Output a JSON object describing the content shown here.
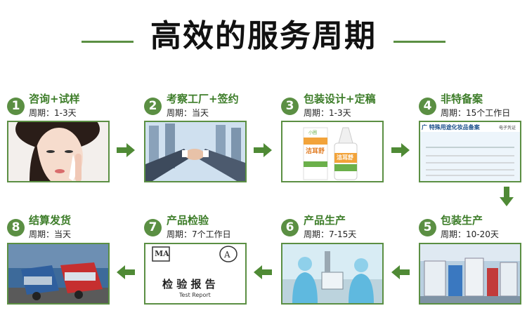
{
  "title": "高效的服务周期",
  "steps": [
    {
      "num": "1",
      "title": "咨询+试样",
      "period": "周期：1-3天",
      "image": "woman-face-cream"
    },
    {
      "num": "2",
      "title": "考察工厂+签约",
      "period": "周期：当天",
      "image": "handshake"
    },
    {
      "num": "3",
      "title": "包装设计+定稿",
      "period": "周期：1-3天",
      "image": "product-bottle"
    },
    {
      "num": "4",
      "title": "非特备案",
      "period": "周期：15个工作日",
      "image": "certificate"
    },
    {
      "num": "5",
      "title": "包装生产",
      "period": "周期：10-20天",
      "image": "production-line"
    },
    {
      "num": "6",
      "title": "产品生产",
      "period": "周期：7-15天",
      "image": "lab-workers"
    },
    {
      "num": "7",
      "title": "产品检验",
      "period": "周期：7个工作日",
      "image": "test-report"
    },
    {
      "num": "8",
      "title": "结算发货",
      "period": "周期：当天",
      "image": "trucks"
    }
  ],
  "product_label": {
    "brand": "小圃",
    "name": "洁耳舒"
  },
  "certificate": {
    "header": "广 特殊用途化妆品备案",
    "note": "电子凭证"
  },
  "report": {
    "mark1": "MA",
    "title": "检 验 报 告",
    "subtitle": "Test Report"
  },
  "colors": {
    "accent": "#5b8f43",
    "title_green": "#3d7d29"
  }
}
